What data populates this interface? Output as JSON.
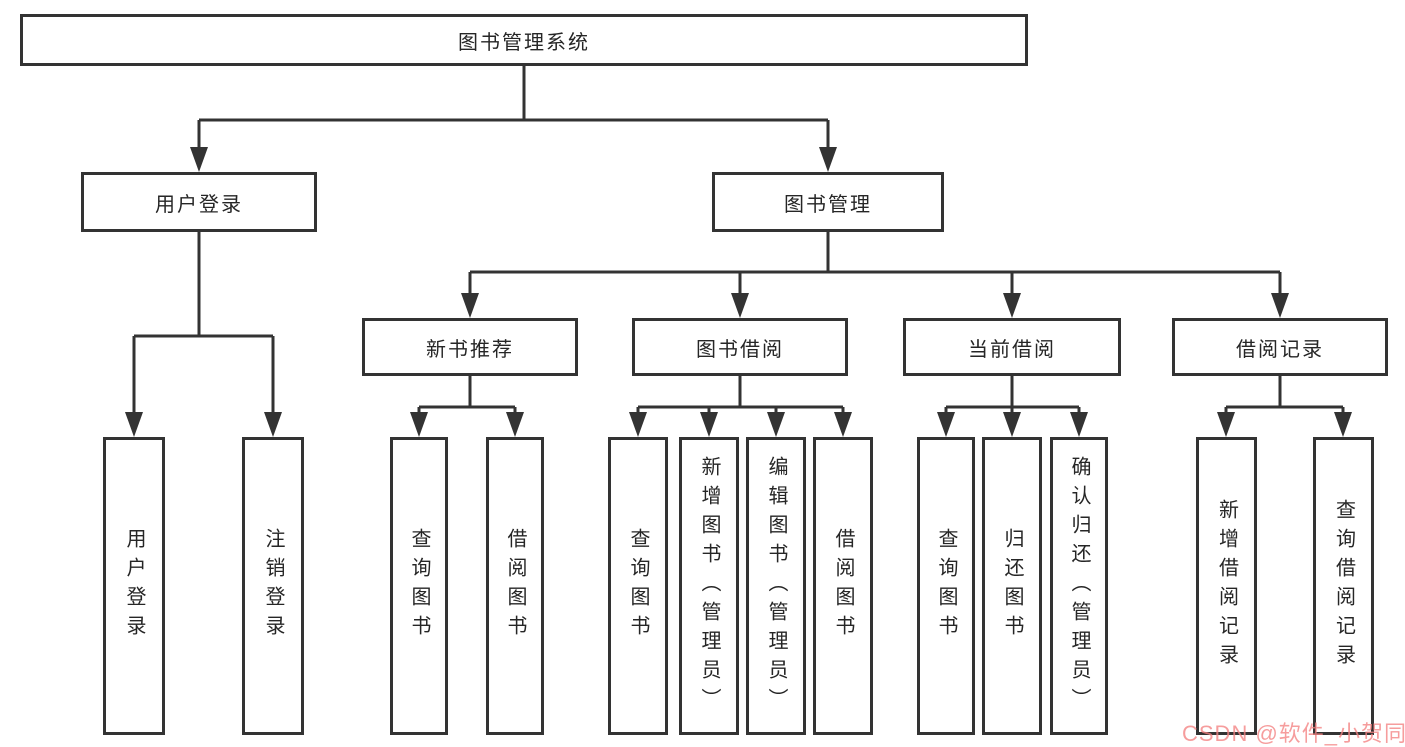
{
  "diagram": {
    "root": {
      "label": "图书管理系统"
    },
    "branches": [
      {
        "label": "用户登录",
        "leaves": [
          "用户登录",
          "注销登录"
        ]
      },
      {
        "label": "图书管理",
        "groups": [
          {
            "label": "新书推荐",
            "leaves": [
              "查询图书",
              "借阅图书"
            ]
          },
          {
            "label": "图书借阅",
            "leaves": [
              "查询图书",
              "新增图书（管理员）",
              "编辑图书（管理员）",
              "借阅图书"
            ]
          },
          {
            "label": "当前借阅",
            "leaves": [
              "查询图书",
              "归还图书",
              "确认归还（管理员）"
            ]
          },
          {
            "label": "借阅记录",
            "leaves": [
              "新增借阅记录",
              "查询借阅记录"
            ]
          }
        ]
      }
    ],
    "watermark": "CSDN @软件_小贺同学",
    "colors": {
      "line": "#333333",
      "text": "#262626",
      "background": "#ffffff",
      "watermark": "#f38282"
    }
  }
}
